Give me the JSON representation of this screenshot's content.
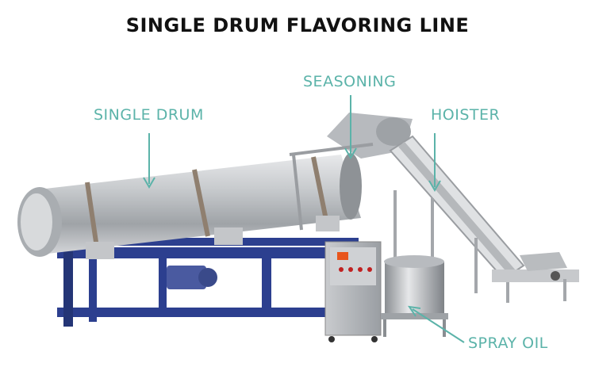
{
  "title": "SINGLE DRUM FLAVORING LINE",
  "labels": {
    "single_drum": "SINGLE DRUM",
    "seasoning": "SEASONING",
    "hoister": "HOISTER",
    "spray_oil": "SPRAY OIL"
  },
  "colors": {
    "label_color": "#5bb3a9",
    "frame_blue": "#2c3f8f",
    "steel": "#b9bcc0"
  }
}
